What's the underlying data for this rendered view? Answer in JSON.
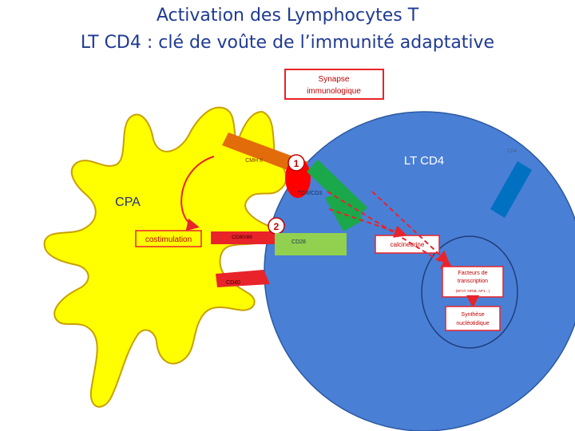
{
  "title": {
    "line1": "Activation des Lymphocytes T",
    "line2": "LT CD4 : clé de voûte de l’immunité adaptative"
  },
  "labels": {
    "synapse": [
      "Synapse",
      "immunologique"
    ],
    "cpa": "CPA",
    "lt_cd4": "LT CD4",
    "cd4": "CD4",
    "cmh2": "CMH II",
    "tcr": "TCR/CD3",
    "cd80": "CD80/86",
    "cd28": "CD28",
    "cd40": "CD40",
    "costimulation": "costimulation",
    "calcineurine": "calcineurine",
    "facteurs": [
      "Facteurs de",
      "transcription",
      "(NFAT, NFkB, AP1…)"
    ],
    "synthese": [
      "Synthèse",
      "nucléotidique"
    ],
    "step1": "1",
    "step2": "2"
  },
  "colors": {
    "title": "#1f3a93",
    "apc": "#ffff00",
    "apc_outline": "#c8a000",
    "lt_cell": "#4a7fd6",
    "lt_outline": "#2c5aa0",
    "cmh": "#e36c0a",
    "tcr": "#1aa84a",
    "costim_green": "#92d050",
    "cd80": "#e8232a",
    "cd4": "#0070c0",
    "red": "#e8232a",
    "red_outline": "#c00000"
  }
}
